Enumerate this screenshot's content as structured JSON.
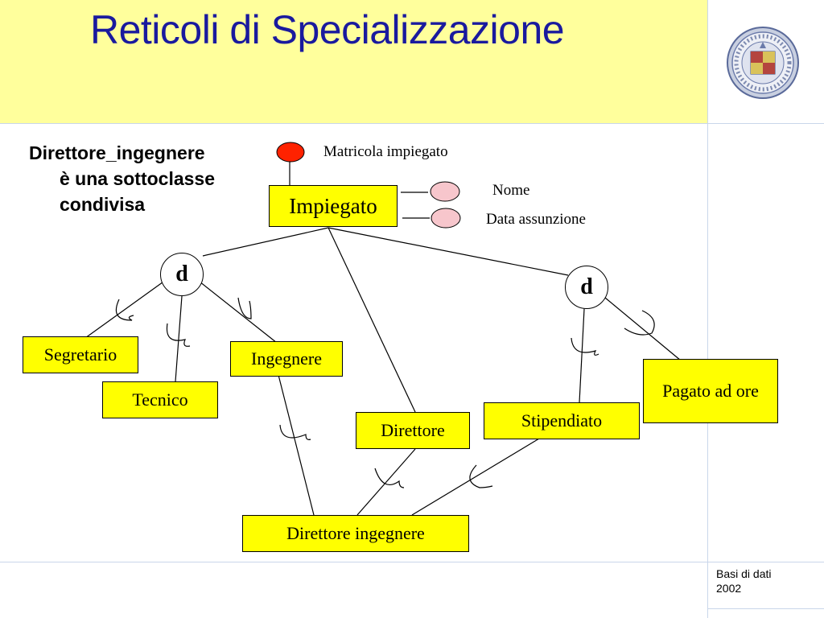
{
  "slide": {
    "title": "Reticoli di Specializzazione",
    "note": [
      "Direttore_ingegnere",
      "è una sottoclasse",
      "condivisa"
    ],
    "footer": [
      "Basi di dati",
      "2002"
    ]
  },
  "logo": {
    "icon": "university-seal-icon",
    "text": "SIGILLVM STVDIVM GENERALE 1434"
  },
  "colors": {
    "title": "#1a1a9e",
    "band": "#ffff9c",
    "entity_fill": "#ffff00",
    "key_attribute": "#ff2200",
    "attribute": "#f7c6cc"
  },
  "diagram": {
    "entities": {
      "impiegato": "Impiegato",
      "segretario": "Segretario",
      "tecnico": "Tecnico",
      "ingegnere": "Ingegnere",
      "direttore": "Direttore",
      "stipendiato": "Stipendiato",
      "pagato_ad_ore": "Pagato ad ore",
      "direttore_ingegnere": "Direttore ingegnere"
    },
    "attributes": {
      "matricola": "Matricola impiegato",
      "nome": "Nome",
      "data_assunzione": "Data assunzione"
    },
    "disjoint": [
      "d",
      "d"
    ]
  }
}
